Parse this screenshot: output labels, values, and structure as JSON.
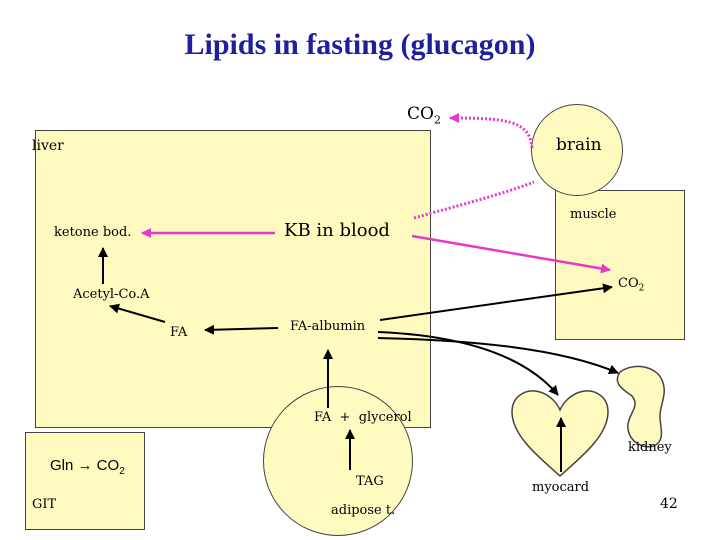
{
  "title": "Lipids in fasting (glucagon)",
  "colors": {
    "title": "#1f1f9e",
    "box_fill": "#fffbc0",
    "pink": "#e838c8",
    "black": "#000000"
  },
  "labels": {
    "co2_top": "CO",
    "co2_top_sub": "2",
    "liver": "liver",
    "brain": "brain",
    "muscle": "muscle",
    "ketone_bod": "ketone bod.",
    "kb_in_blood": "KB in blood",
    "co2_muscle": "CO",
    "co2_muscle_sub": "2",
    "acetyl_coa": "Acetyl-Co.A",
    "fa": "FA",
    "fa_albumin": "FA-albumin",
    "fa_glycerol": "FA  +  glycerol",
    "kidney": "kidney",
    "gln_co2_prefix": "Gln ",
    "gln_arrow": "→",
    "gln_co2_suffix": " CO",
    "gln_co2_sub": "2",
    "tag": "TAG",
    "git": "GIT",
    "myocard": "myocard",
    "adipose": "adipose t.",
    "page_number": "42"
  }
}
